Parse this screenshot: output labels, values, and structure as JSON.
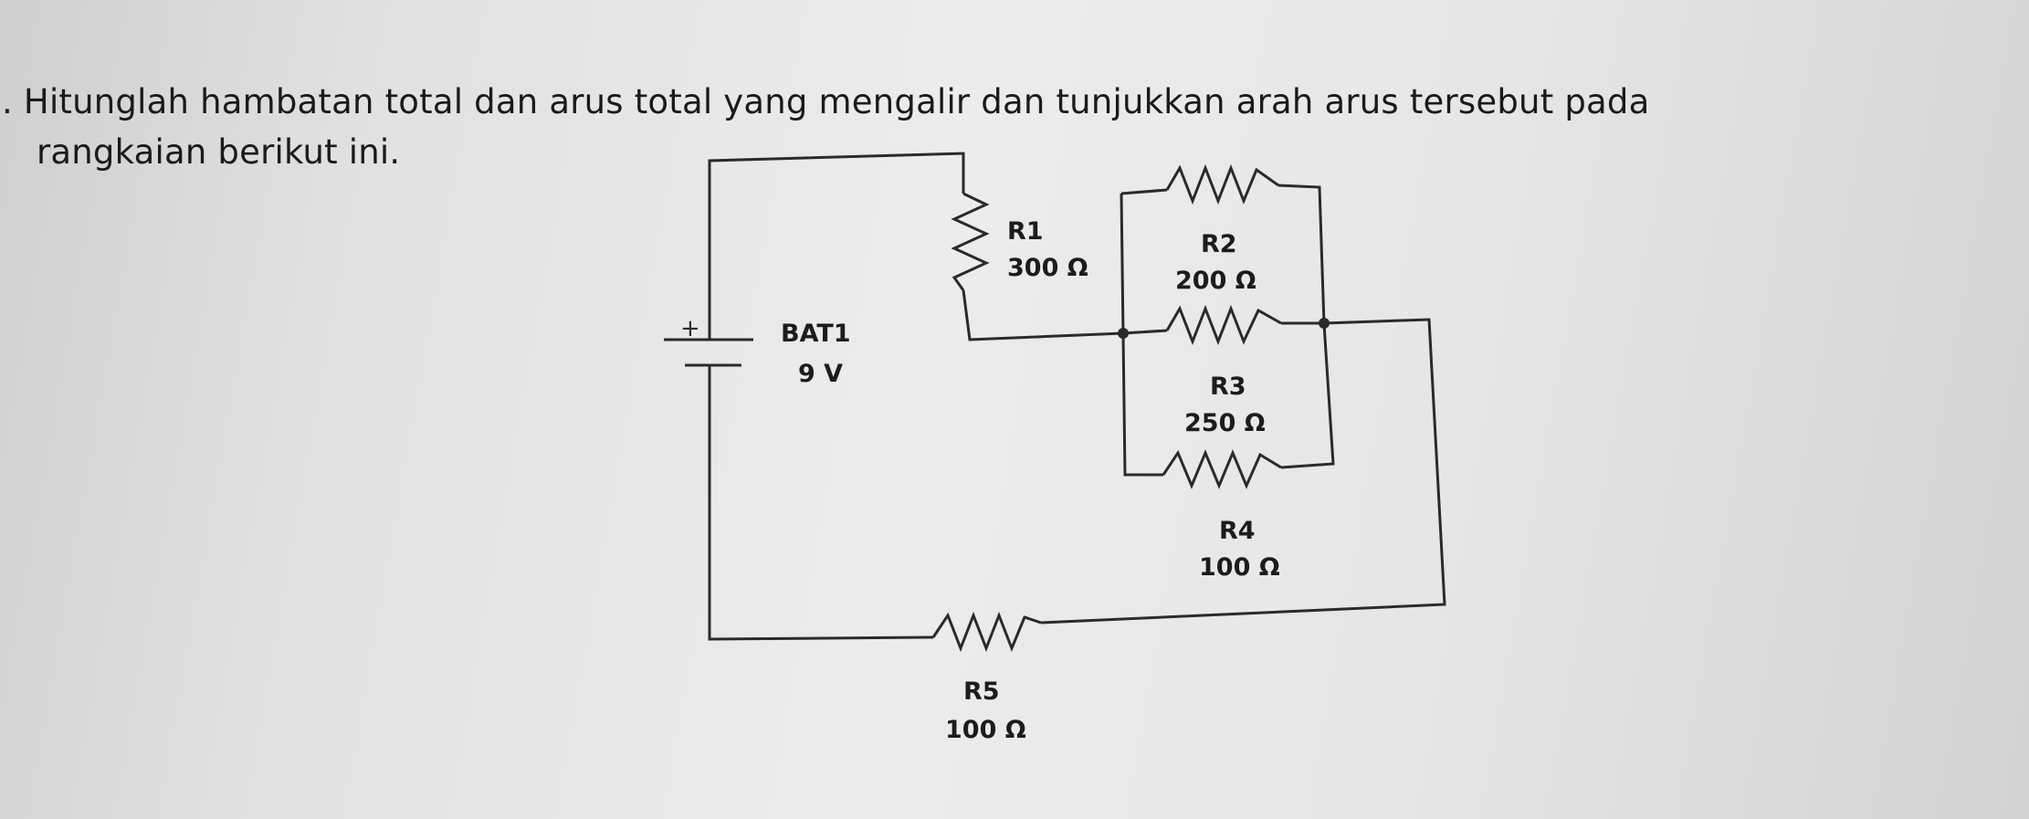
{
  "question": {
    "line1": ". Hitunglah hambatan total dan arus total yang mengalir dan tunjukkan arah arus tersebut pada",
    "line2": "rangkaian berikut ini."
  },
  "circuit": {
    "battery": {
      "name": "BAT1",
      "value": "9 V",
      "polarity": "+"
    },
    "resistors": [
      {
        "name": "R1",
        "value": "300 Ω"
      },
      {
        "name": "R2",
        "value": "200 Ω"
      },
      {
        "name": "R3",
        "value": "250 Ω"
      },
      {
        "name": "R4",
        "value": "100 Ω"
      },
      {
        "name": "R5",
        "value": "100 Ω"
      }
    ]
  }
}
